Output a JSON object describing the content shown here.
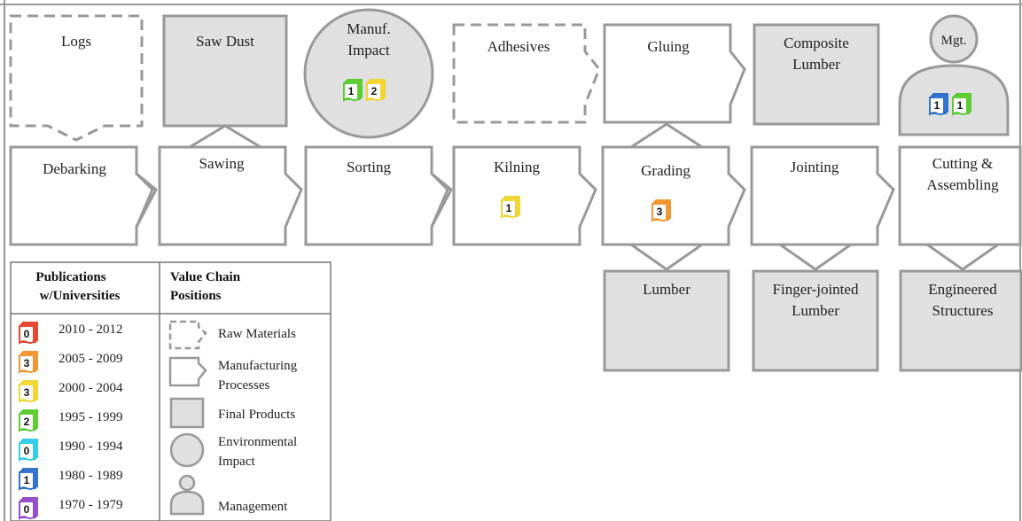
{
  "raw_materials": [
    "Logs",
    "Adhesives"
  ],
  "processes": [
    "Debarking",
    "Sawing",
    "Sorting",
    "Kilning",
    "Grading",
    "Gluing",
    "Jointing",
    "Cutting &",
    "Assembling"
  ],
  "final_products": {
    "saw_dust": "Saw Dust",
    "composite": [
      "Composite",
      "Lumber"
    ],
    "lumber": "Lumber",
    "finger_jointed": [
      "Finger-jointed",
      "Lumber"
    ],
    "engineered": [
      "Engineered",
      "Structures"
    ]
  },
  "environmental_impact": [
    "Manuf.",
    "Impact"
  ],
  "management": "Mgt.",
  "badges": {
    "manuf_green": "1",
    "manuf_yellow": "2",
    "kilning_yellow": "1",
    "grading_orange": "3",
    "mgt_blue": "1",
    "mgt_green": "1"
  },
  "legend": {
    "pub_header": [
      "Publications",
      "w/Universities"
    ],
    "vc_header": [
      "Value Chain",
      "Positions"
    ],
    "periods": [
      {
        "count": "0",
        "label": "2010 - 2012",
        "color": "#e8321e"
      },
      {
        "count": "3",
        "label": "2005 - 2009",
        "color": "#f28a1e"
      },
      {
        "count": "3",
        "label": "2000 - 2004",
        "color": "#f2d21e"
      },
      {
        "count": "2",
        "label": "1995 - 1999",
        "color": "#4cc81e"
      },
      {
        "count": "0",
        "label": "1990 - 1994",
        "color": "#1ec8e8"
      },
      {
        "count": "1",
        "label": "1980 - 1989",
        "color": "#1e64c8"
      },
      {
        "count": "0",
        "label": "1970 - 1979",
        "color": "#8a3cc8"
      }
    ],
    "positions": [
      "Raw Materials",
      "Manufacturing",
      "Processes",
      "Final Products",
      "Environmental",
      "Impact",
      "Management"
    ]
  },
  "colors": {
    "outline": "#999999",
    "fill_product": "#e0e0e0",
    "yellow": "#f2d21e",
    "orange": "#f28a1e",
    "green": "#4cc81e",
    "blue": "#1e64c8"
  }
}
